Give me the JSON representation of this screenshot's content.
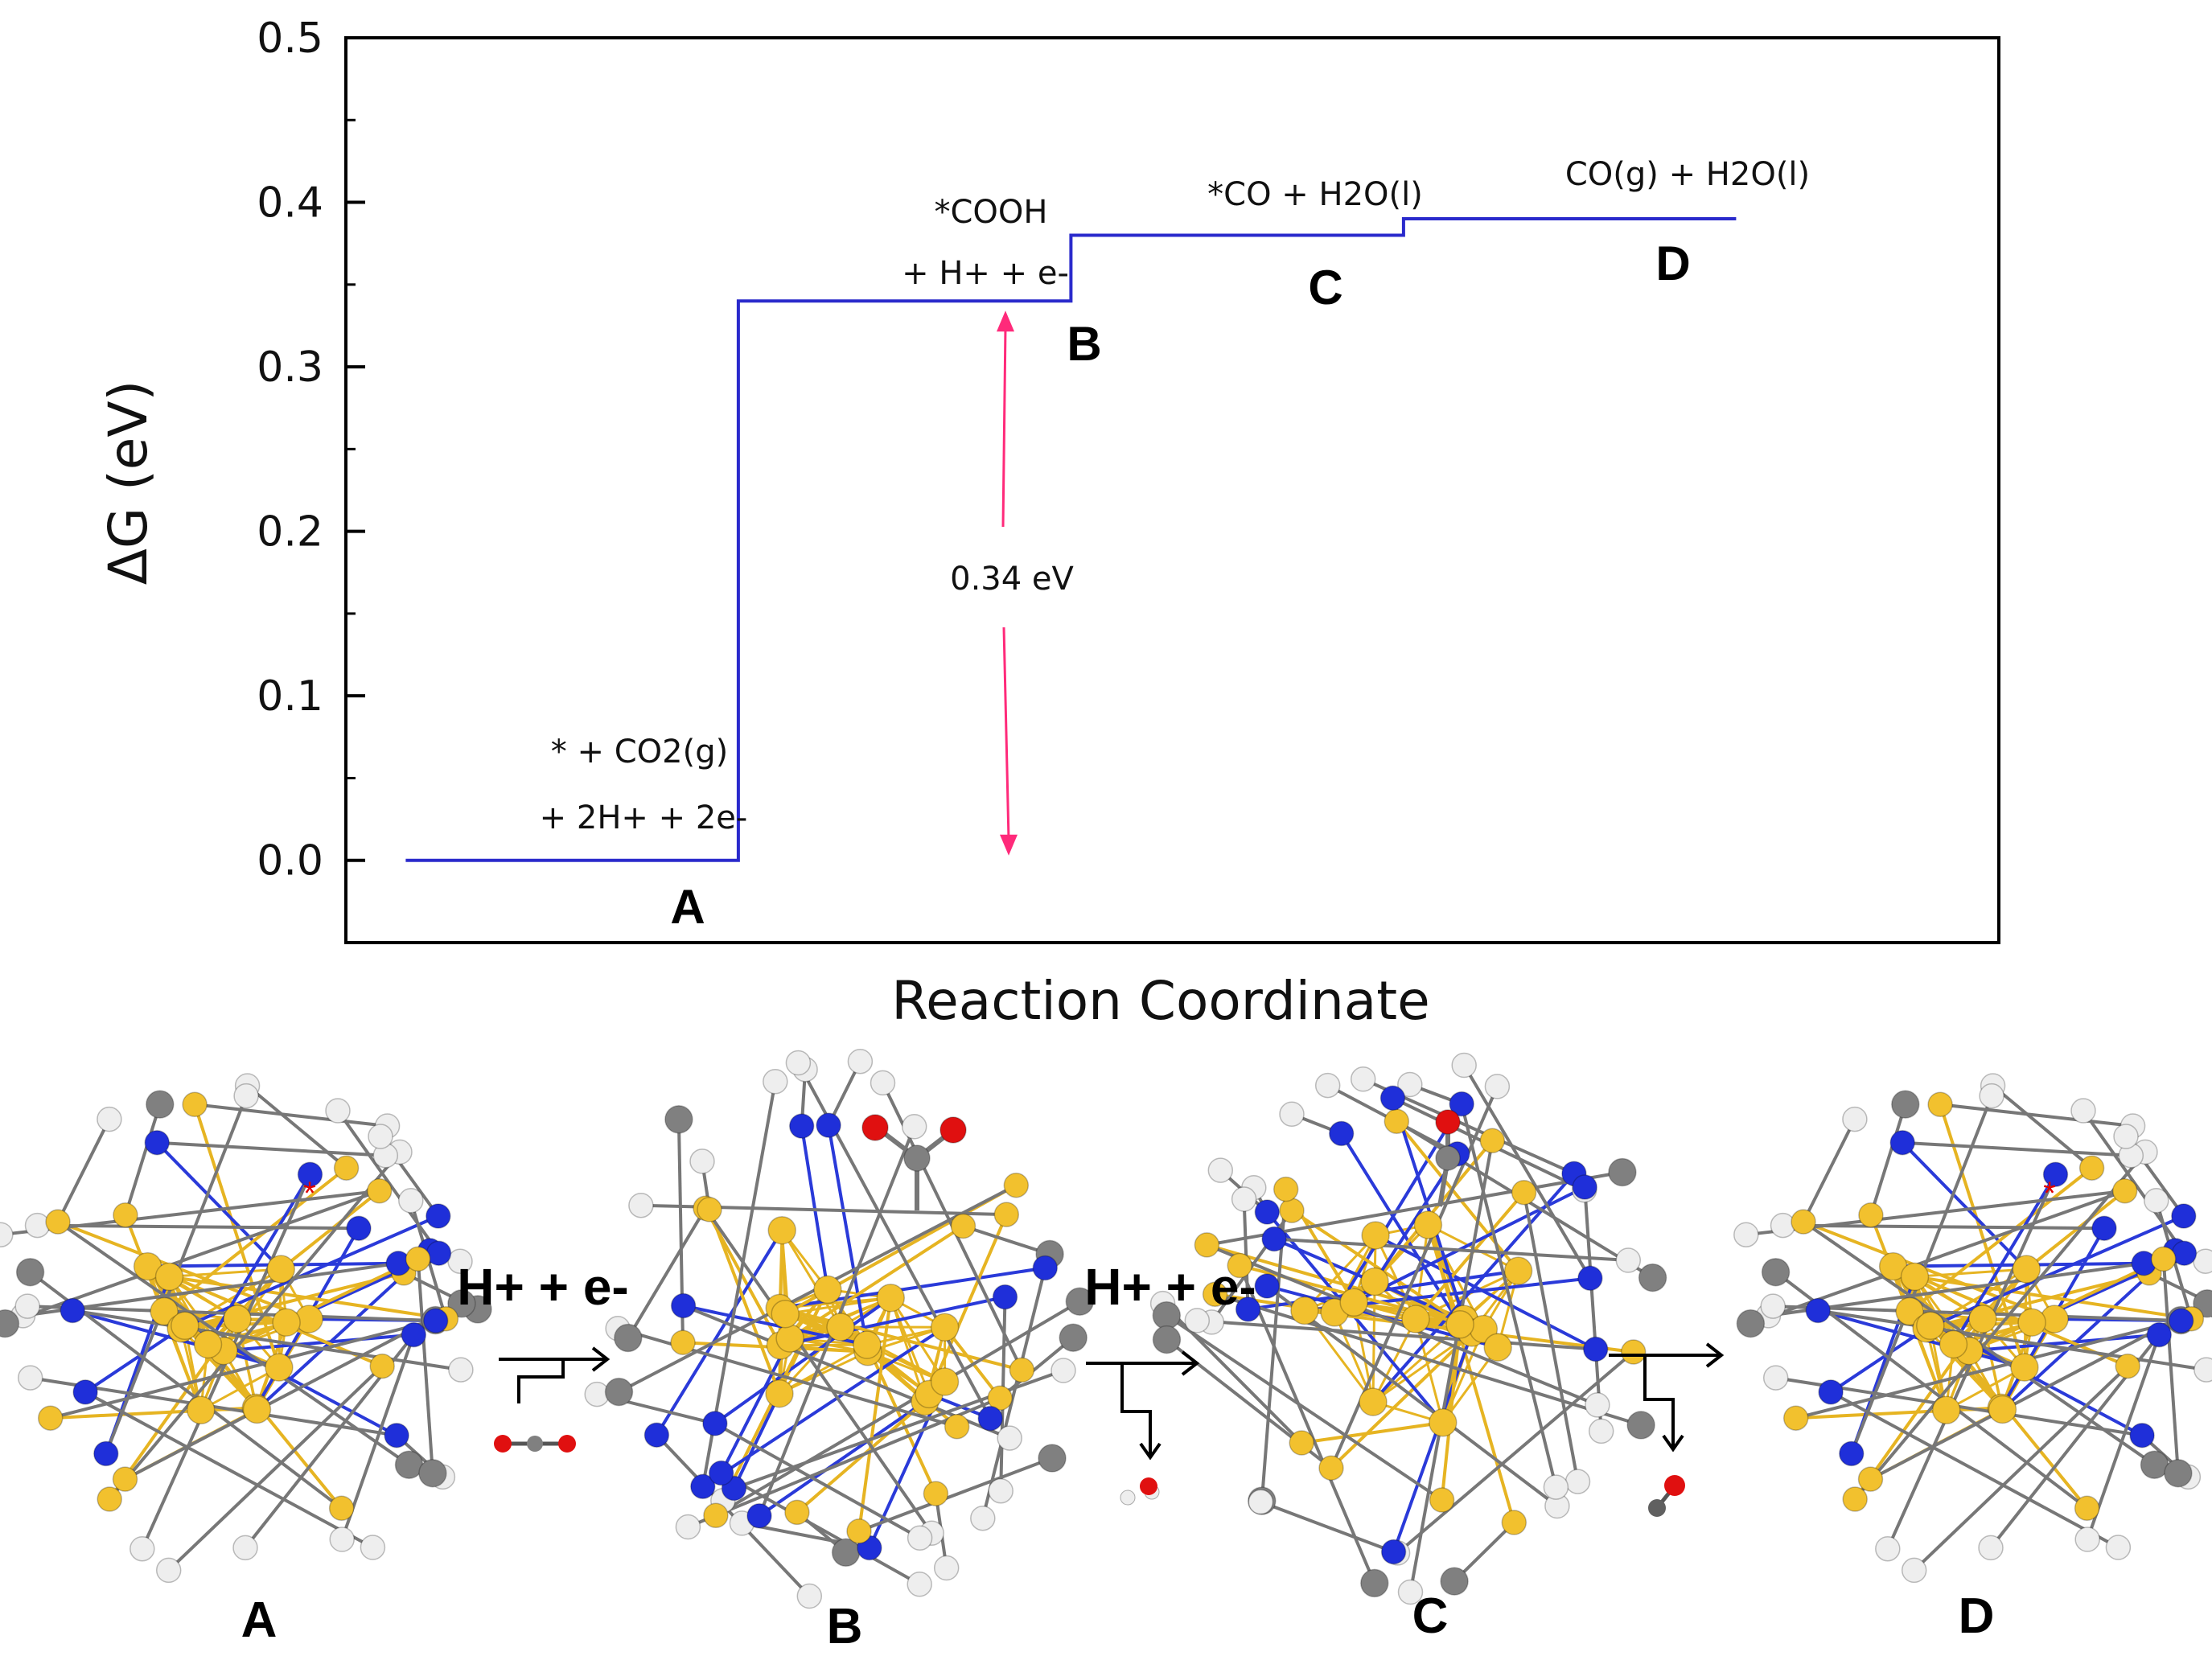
{
  "chart_data": {
    "type": "line",
    "title": "",
    "xlabel": "Reaction Coordinate",
    "ylabel": "ΔG (eV)",
    "ylim": [
      -0.05,
      0.5
    ],
    "yticks": [
      "0.0",
      "0.1",
      "0.2",
      "0.3",
      "0.4",
      "0.5"
    ],
    "grid": false,
    "line_color": "#2a2acc",
    "arrow_color": "#ff2a7a",
    "series": [
      {
        "values": [
          0.0,
          0.34,
          0.38,
          0.39
        ],
        "points": [
          {
            "x": 0.8,
            "y": 0.0
          },
          {
            "x": 1.8,
            "y": 0.0
          },
          {
            "x": 1.8,
            "y": 0.34
          },
          {
            "x": 2.8,
            "y": 0.34
          },
          {
            "x": 2.8,
            "y": 0.38
          },
          {
            "x": 3.8,
            "y": 0.38
          },
          {
            "x": 3.8,
            "y": 0.39
          },
          {
            "x": 4.8,
            "y": 0.39
          }
        ]
      }
    ],
    "states": [
      {
        "letter": "A",
        "label_line1": "* + CO2(g)",
        "label_line2": "+ 2H+ + 2e-",
        "value": 0.0
      },
      {
        "letter": "B",
        "label_line1": "*COOH",
        "label_line2": "+ H+ + e-",
        "value": 0.34
      },
      {
        "letter": "C",
        "label_line1": "*CO + H2O(l)",
        "label_line2": "",
        "value": 0.38
      },
      {
        "letter": "D",
        "label_line1": "CO(g) + H2O(l)",
        "label_line2": "",
        "value": 0.39
      }
    ],
    "annotations": [
      {
        "text": "0.34 eV",
        "from": 0.0,
        "to": 0.34
      }
    ]
  },
  "scheme": {
    "structures": [
      {
        "label": "A",
        "marker": "*"
      },
      {
        "label": "B",
        "marker": ""
      },
      {
        "label": "C",
        "marker": ""
      },
      {
        "label": "D",
        "marker": "*"
      }
    ],
    "steps": [
      {
        "label": "H+ + e-",
        "byproduct": "CO2"
      },
      {
        "label": "H+ + e-",
        "byproduct": "H2O"
      },
      {
        "label": "",
        "byproduct": "CO"
      }
    ],
    "atom_colors": {
      "gold": "#f2c12e",
      "nitrogen": "#1f2fd9",
      "carbon": "#808080",
      "hydrogen": "#eeeeee",
      "oxygen": "#e01010"
    }
  }
}
